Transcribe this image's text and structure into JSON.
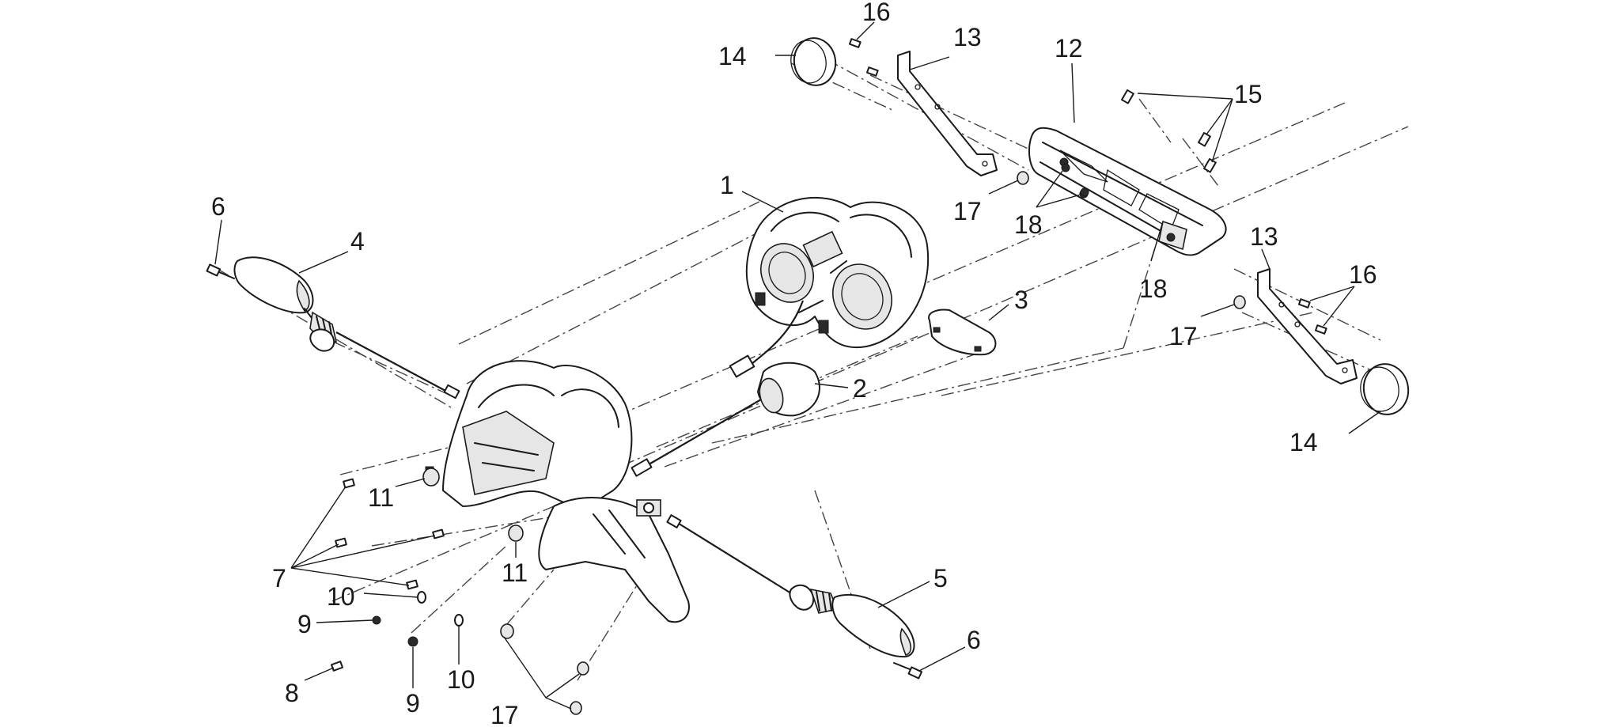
{
  "labels": {
    "l1": "1",
    "l2": "2",
    "l3": "3",
    "l4": "4",
    "l5": "5",
    "l6a": "6",
    "l6b": "6",
    "l7": "7",
    "l8": "8",
    "l9a": "9",
    "l9b": "9",
    "l10a": "10",
    "l10b": "10",
    "l11a": "11",
    "l11b": "11",
    "l12": "12",
    "l13a": "13",
    "l13b": "13",
    "l14a": "14",
    "l14b": "14",
    "l15": "15",
    "l16a": "16",
    "l16b": "16",
    "l17a": "17",
    "l17b": "17",
    "l17c": "17",
    "l18a": "18",
    "l18b": "18"
  },
  "colors": {
    "line": "#1a1a1a",
    "background": "#ffffff"
  }
}
